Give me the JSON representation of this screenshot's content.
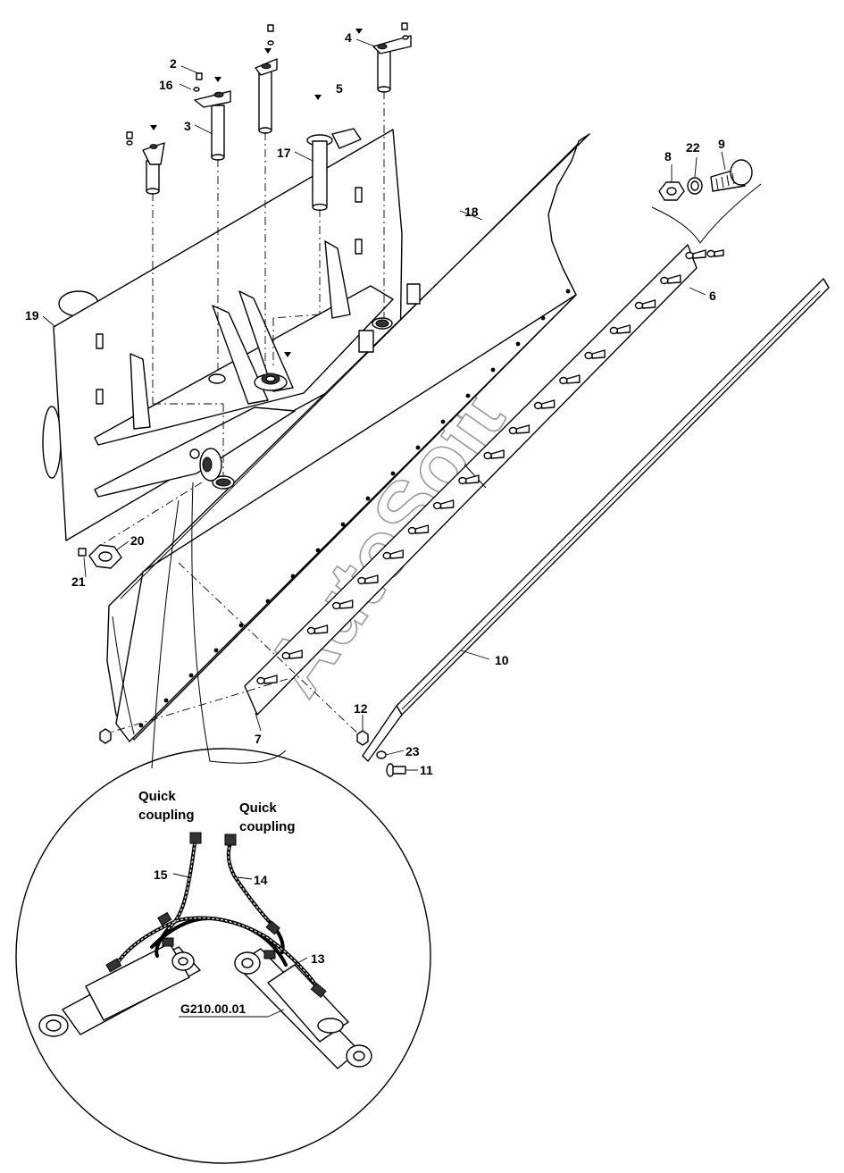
{
  "watermark": "AutoSoft",
  "callouts": {
    "c2": "2",
    "c16": "16",
    "c3": "3",
    "c4": "4",
    "c5": "5",
    "c17": "17",
    "c18": "18",
    "c19": "19",
    "c8": "8",
    "c22": "22",
    "c9": "9",
    "c6": "6",
    "c20": "20",
    "c21": "21",
    "c10": "10",
    "c12": "12",
    "c7": "7",
    "c23": "23",
    "c11": "11",
    "c15": "15",
    "c14": "14",
    "c13": "13"
  },
  "detail": {
    "left_caption_line1": "Quick",
    "left_caption_line2": "coupling",
    "right_caption_line1": "Quick",
    "right_caption_line2": "coupling",
    "assembly_ref": "G210.00.01"
  }
}
